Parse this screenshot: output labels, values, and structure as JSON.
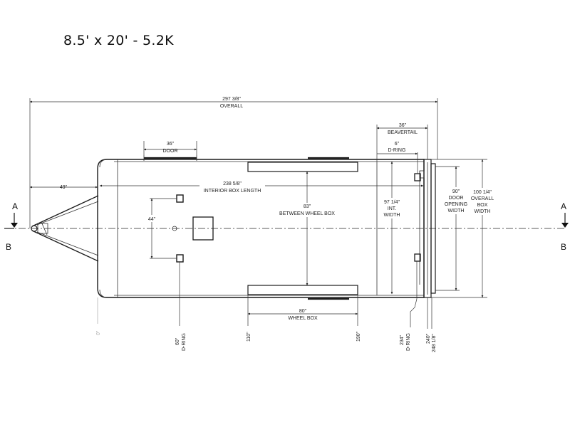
{
  "title": "8.5' x 20' - 5.2K",
  "colors": {
    "line": "#1a1a1a",
    "background": "#ffffff",
    "muted": "#aaaaaa"
  },
  "sections": {
    "a": "A",
    "b": "B"
  },
  "dims": {
    "overall_value": "297 3/8\"",
    "overall_label": "OVERALL",
    "door_value": "36\"",
    "door_label": "DOOR",
    "beavertail_value": "36\"",
    "beavertail_label": "BEAVERTAIL",
    "dring_value": "6\"",
    "dring_label": "D-RING",
    "tongue": "49\"",
    "interior_value": "238 5/8\"",
    "interior_label": "INTERIOR BOX LENGTH",
    "spacing": "44\"",
    "between_value": "83\"",
    "between_label": "BETWEEN WHEEL BOX",
    "int_width_value": "97 1/4\"",
    "int_width_l1": "INT.",
    "int_width_l2": "WIDTH",
    "door_open_value": "90\"",
    "door_open_l1": "DOOR",
    "door_open_l2": "OPENING",
    "door_open_l3": "WIDTH",
    "overall_box_value": "100 1/4\"",
    "overall_box_l1": "OVERALL",
    "overall_box_l2": "BOX",
    "overall_box_l3": "WIDTH",
    "wheelbox_value": "80\"",
    "wheelbox_label": "WHEEL BOX"
  },
  "stations": {
    "zero": "0\"",
    "dring_60": "60\"",
    "dring_60_label": "D-RING",
    "wb_110": "110\"",
    "wb_190": "190\"",
    "dring_234": "234\"",
    "dring_234_label": "D-RING",
    "s_240": "240\"",
    "s_248": "248 1/8\""
  }
}
